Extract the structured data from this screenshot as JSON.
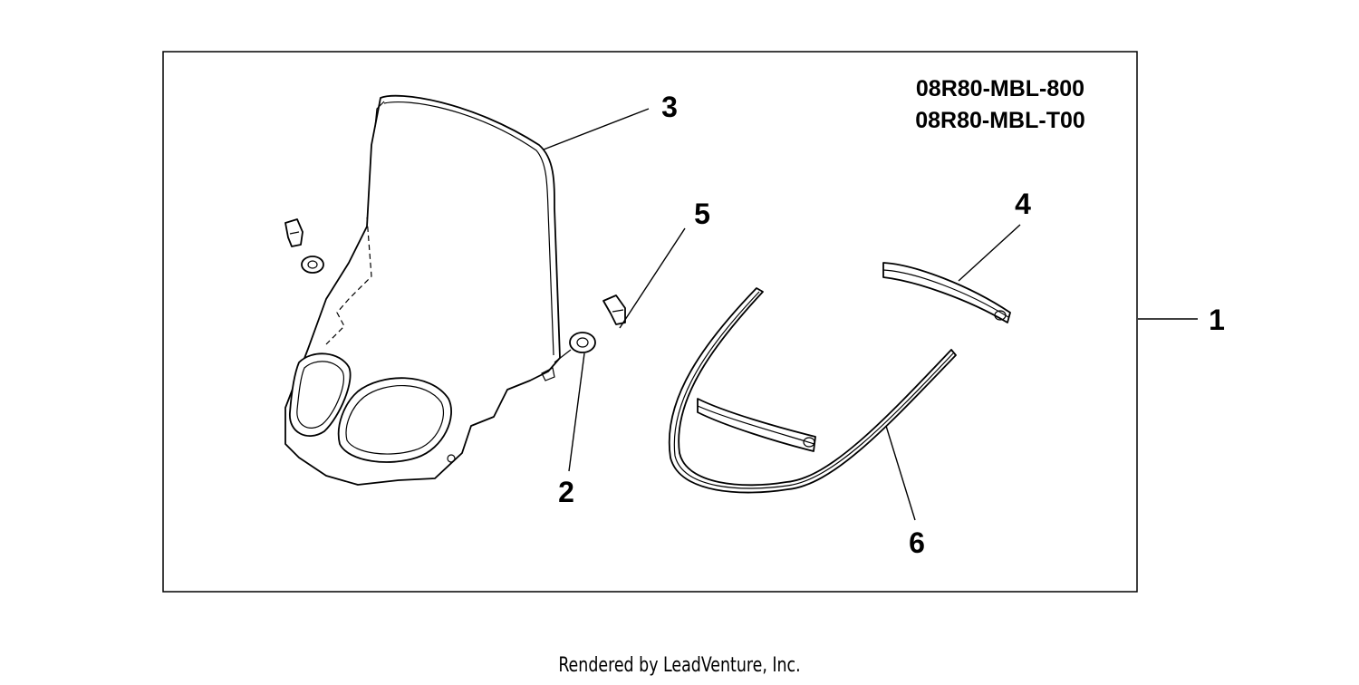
{
  "diagram": {
    "part_numbers": [
      "08R80-MBL-800",
      "08R80-MBL-T00"
    ],
    "callouts": {
      "c1": "1",
      "c2": "2",
      "c3": "3",
      "c4": "4",
      "c5": "5",
      "c6": "6"
    }
  },
  "footer": {
    "text": "Rendered by LeadVenture, Inc."
  }
}
